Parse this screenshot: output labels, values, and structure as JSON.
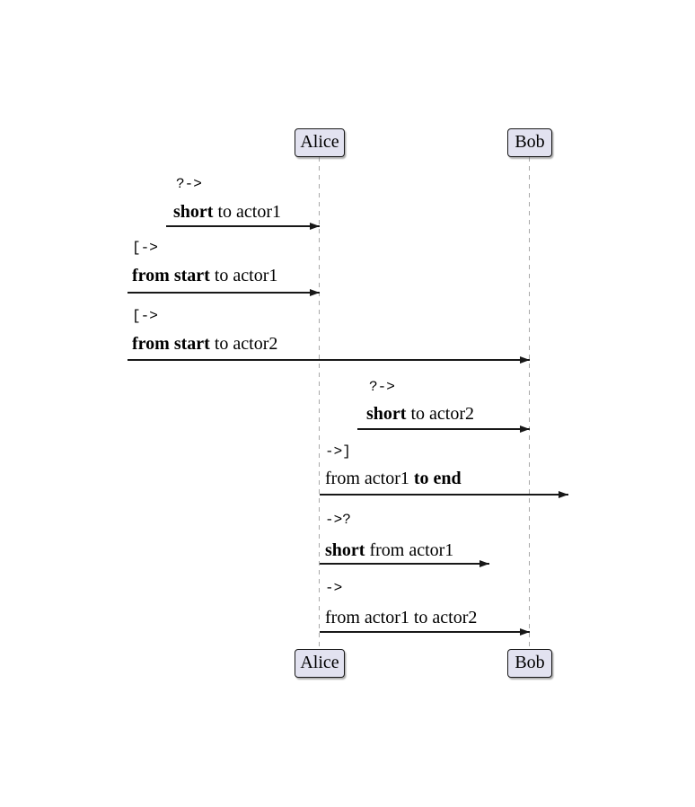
{
  "diagram": {
    "type": "sequence",
    "actors": [
      {
        "name": "Alice"
      },
      {
        "name": "Bob"
      }
    ],
    "messages": [
      {
        "prefix": "?->",
        "pre": "",
        "bold": "short",
        "post": " to actor1"
      },
      {
        "prefix": "[->",
        "pre": "",
        "bold": "from start",
        "post": " to actor1"
      },
      {
        "prefix": "[->",
        "pre": "",
        "bold": "from start",
        "post": " to actor2"
      },
      {
        "prefix": "?->",
        "pre": "",
        "bold": "short",
        "post": " to actor2"
      },
      {
        "prefix": "->]",
        "pre": "from actor1 ",
        "bold": "to end",
        "post": ""
      },
      {
        "prefix": "->?",
        "pre": "",
        "bold": "short",
        "post": " from actor1"
      },
      {
        "prefix": "->",
        "pre": "from actor1 to actor2",
        "bold": "",
        "post": ""
      }
    ],
    "colors": {
      "actor_fill": "#E2E2F0",
      "actor_border": "#181818",
      "lifeline": "#A8A8A8",
      "arrow": "#181818",
      "text": "#000000",
      "background": "#FFFFFF"
    }
  }
}
